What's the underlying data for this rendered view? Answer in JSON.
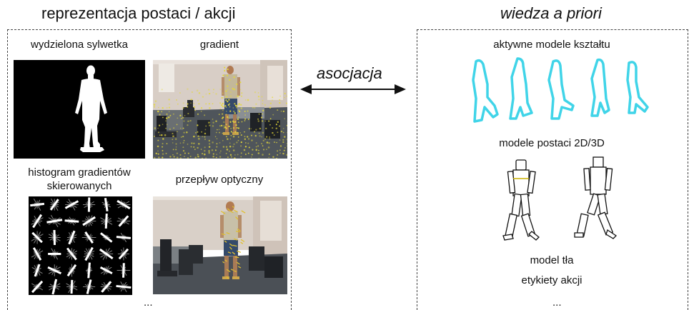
{
  "left": {
    "title": "reprezentacja postaci / akcji",
    "labels": {
      "silhouette": "wydzielona sylwetka",
      "gradient": "gradient",
      "hog_line1": "histogram gradientów",
      "hog_line2": "skierowanych",
      "flow": "przepływ optyczny"
    },
    "ellipsis": "..."
  },
  "center": {
    "label": "asocjacja"
  },
  "right": {
    "title": "wiedza a priori",
    "labels": {
      "shape_models": "aktywne modele kształtu",
      "body_models": "modele postaci 2D/3D",
      "background_model": "model tła",
      "action_labels": "etykiety akcji"
    },
    "ellipsis": "...",
    "shape_color": "#40d4e8"
  },
  "colors": {
    "silhouette_bg": "#000000",
    "silhouette_fg": "#ffffff",
    "room_wall": "#d9cfc6",
    "room_floor": "#4e5358",
    "gradient_dots": "#e4d83a",
    "flow_arrows": "#e0c030",
    "arrow": "#111111"
  }
}
